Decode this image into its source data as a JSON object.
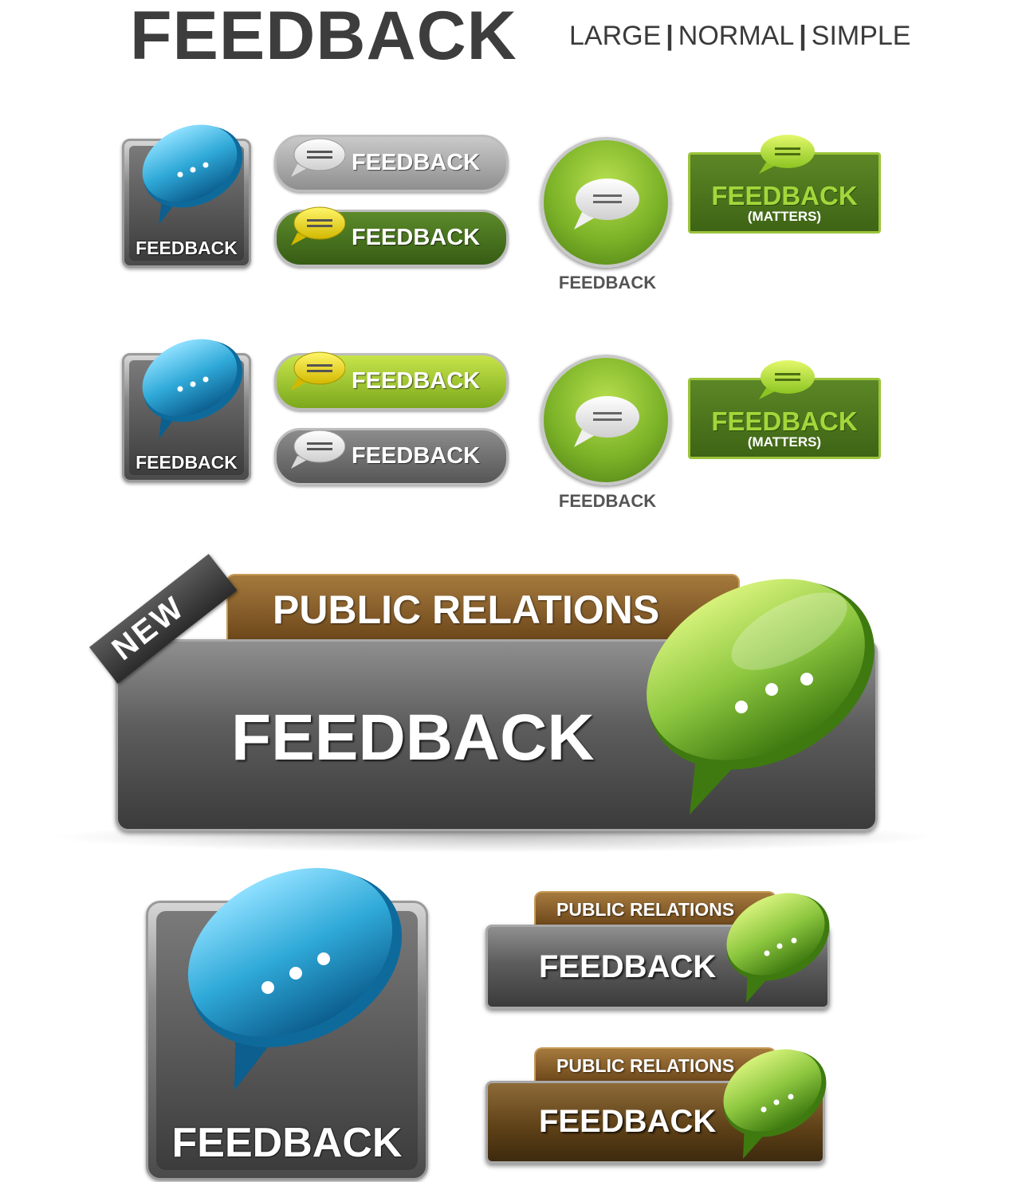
{
  "header": {
    "title": "FEEDBACK",
    "sizes": [
      "LARGE",
      "NORMAL",
      "SIMPLE"
    ],
    "separator": "|"
  },
  "row1": {
    "square_label": "FEEDBACK",
    "pill_top_label": "FEEDBACK",
    "pill_bottom_label": "FEEDBACK",
    "round_label": "FEEDBACK",
    "matters_title": "FEEDBACK",
    "matters_sub": "(MATTERS)"
  },
  "row2": {
    "square_label": "FEEDBACK",
    "pill_top_label": "FEEDBACK",
    "pill_bottom_label": "FEEDBACK",
    "round_label": "FEEDBACK",
    "matters_title": "FEEDBACK",
    "matters_sub": "(MATTERS)"
  },
  "big_banner": {
    "tab_label": "PUBLIC RELATIONS",
    "label": "FEEDBACK",
    "ribbon": "NEW"
  },
  "bottom": {
    "square_label": "FEEDBACK",
    "banner1_tab": "PUBLIC RELATIONS",
    "banner1_label": "FEEDBACK",
    "banner2_tab": "PUBLIC RELATIONS",
    "banner2_label": "FEEDBACK"
  },
  "colors": {
    "blue_bubble": "#2fa9d8",
    "green_bubble": "#8cc63f",
    "yellow_bubble": "#e8d800",
    "white_bubble": "#f2f2f2"
  }
}
